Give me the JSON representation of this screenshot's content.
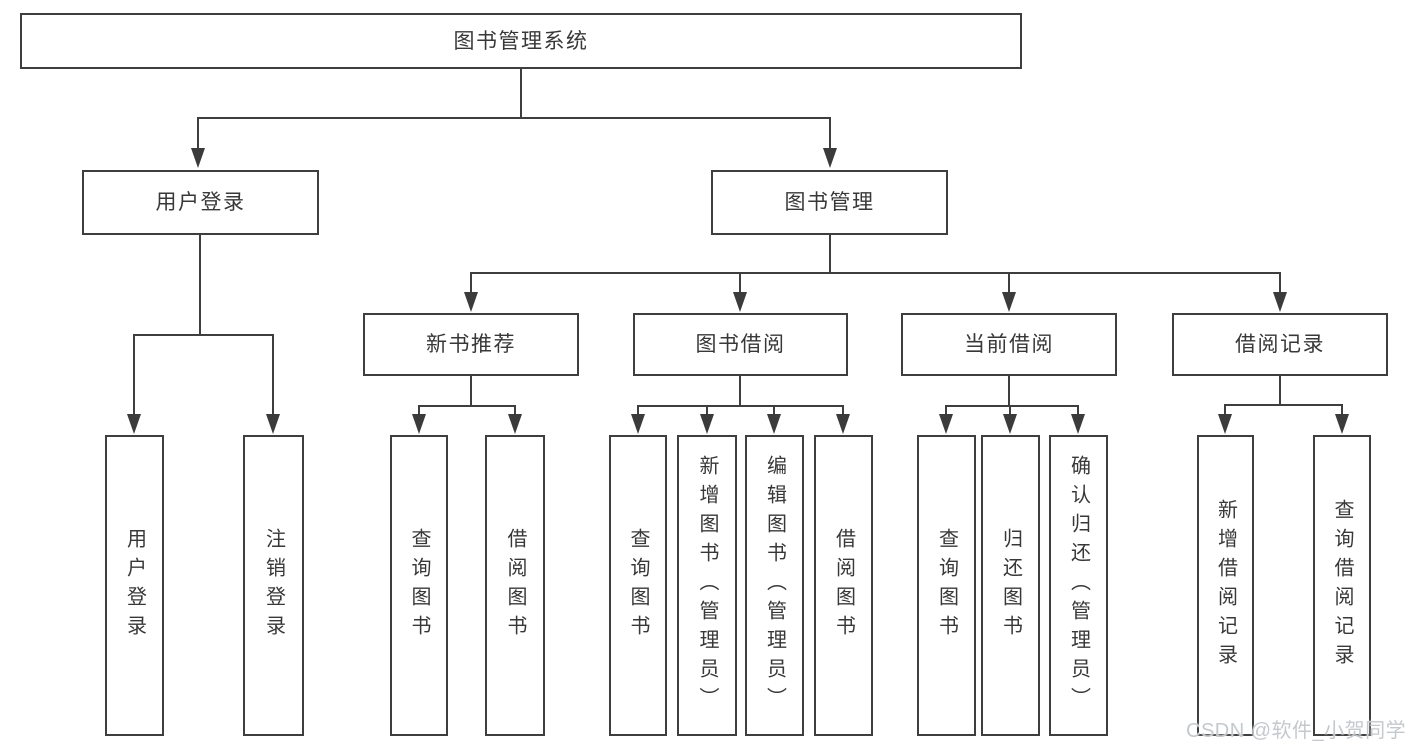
{
  "diagram_title": "图书管理系统",
  "tree": {
    "root": {
      "label": "图书管理系统"
    },
    "level1": [
      {
        "id": "user-login",
        "label": "用户登录"
      },
      {
        "id": "book-management",
        "label": "图书管理"
      }
    ],
    "level2": [
      {
        "id": "new-book-recommend",
        "parent": "图书管理",
        "label": "新书推荐"
      },
      {
        "id": "book-borrow",
        "parent": "图书管理",
        "label": "图书借阅"
      },
      {
        "id": "current-borrow",
        "parent": "图书管理",
        "label": "当前借阅"
      },
      {
        "id": "borrow-records",
        "parent": "图书管理",
        "label": "借阅记录"
      }
    ],
    "leaves": [
      {
        "parent": "用户登录",
        "label": "用户登录"
      },
      {
        "parent": "用户登录",
        "label": "注销登录"
      },
      {
        "parent": "新书推荐",
        "label": "查询图书"
      },
      {
        "parent": "新书推荐",
        "label": "借阅图书"
      },
      {
        "parent": "图书借阅",
        "label": "查询图书"
      },
      {
        "parent": "图书借阅",
        "label": "新增图书（管理员）"
      },
      {
        "parent": "图书借阅",
        "label": "编辑图书（管理员）"
      },
      {
        "parent": "图书借阅",
        "label": "借阅图书"
      },
      {
        "parent": "当前借阅",
        "label": "查询图书"
      },
      {
        "parent": "当前借阅",
        "label": "归还图书"
      },
      {
        "parent": "当前借阅",
        "label": "确认归还（管理员）"
      },
      {
        "parent": "借阅记录",
        "label": "新增借阅记录"
      },
      {
        "parent": "借阅记录",
        "label": "查询借阅记录"
      }
    ]
  },
  "watermark": "CSDN @软件_小贺同学",
  "colors": {
    "line": "#3e3e3e",
    "arrow": "#3b3b3b",
    "text": "#383838",
    "watermark": "#c4c9ce",
    "background": "#ffffff"
  }
}
